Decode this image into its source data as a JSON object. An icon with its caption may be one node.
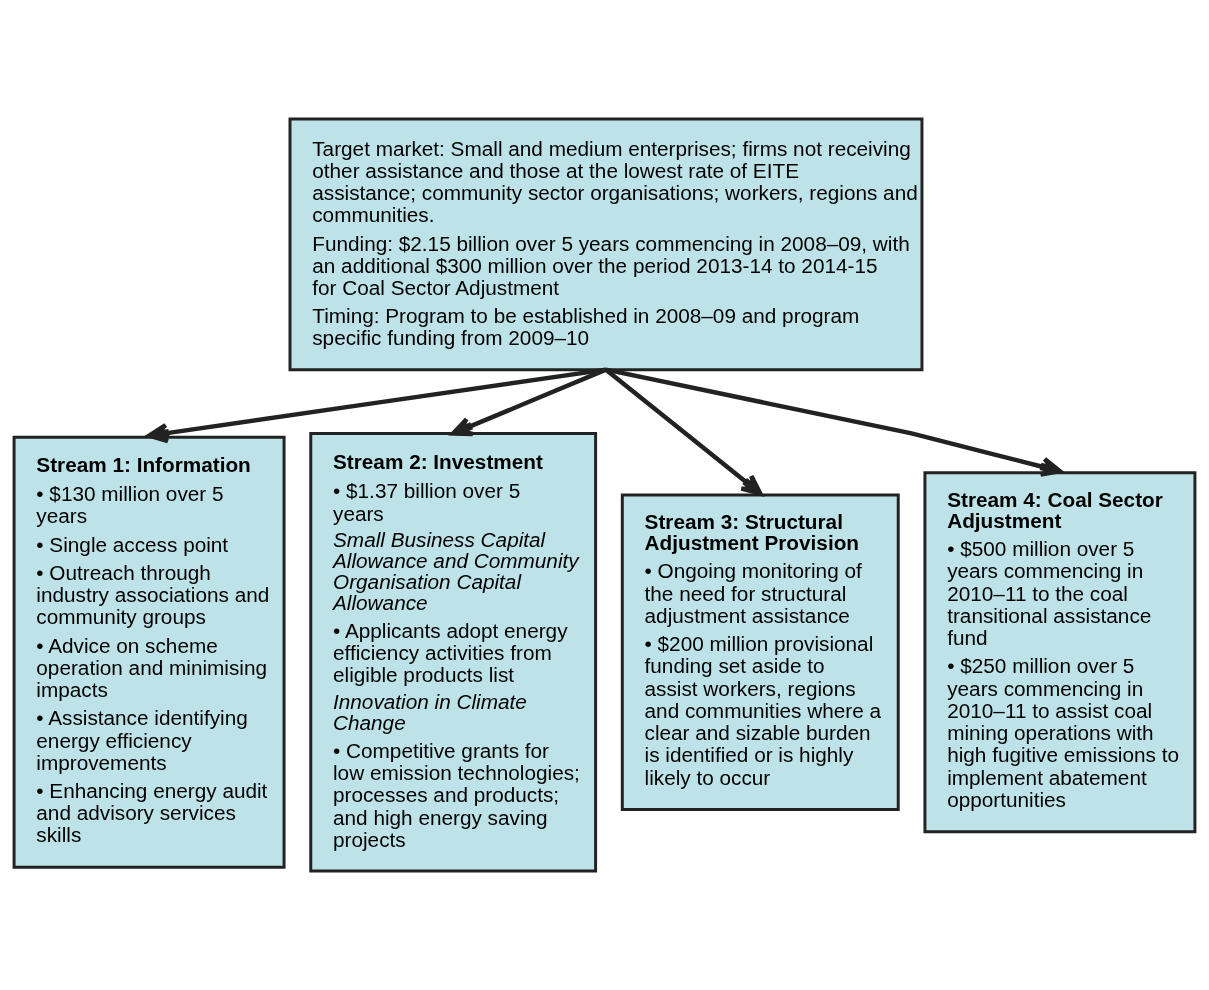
{
  "diagram": {
    "nodes": [
      {
        "text": [
          "Target market: Small and medium enterprises; firms not receiving other assistance and those at the lowest rate of EITE assistance; community sector organisations; workers, regions and communities.",
          "Funding: $2.15 billion over 5 years commencing in 2008–09, with an additional $300 million over the period 2013-14 to 2014-15 for Coal Sector Adjustment",
          "Timing: Program to be established in 2008–09 and program specific funding from 2009–10"
        ]
      },
      {
        "text": [
          "Stream 1: Information",
          "• $130 million over 5 years",
          "• Single access point",
          "• Outreach through industry associations and community groups",
          "• Advice on scheme operation and minimising impacts",
          "• Assistance identifying energy efficiency improvements",
          "• Enhancing energy audit and advisory services skills"
        ]
      },
      {
        "text": [
          "Stream 2: Investment",
          "• $1.37 billion over 5 years",
          "Small Business Capital Allowance and Community Organisation Capital Allowance",
          "• Applicants adopt energy efficiency activities from eligible products list",
          "Innovation in Climate Change",
          "• Competitive grants for low emission technologies; processes and products; and high energy saving projects"
        ]
      },
      {
        "text": [
          "Stream 3: Structural Adjustment Provision",
          "• Ongoing monitoring of the need for structural adjustment assistance",
          "• $200 million provisional funding set aside to assist workers, regions and communities where a clear and sizable burden is identified or is highly likely to occur"
        ]
      },
      {
        "text": [
          "Stream 4: Coal Sector Adjustment",
          "• $500 million over 5 years commencing in 2010–11 to the coal transitional assistance fund",
          "• $250 million over 5 years commencing in 2010–11 to assist coal mining operations with high fugitive emissions to implement abatement opportunities"
        ]
      }
    ],
    "edges": [
      {
        "from": 0,
        "to": 1,
        "arrow": "to"
      },
      {
        "from": 0,
        "to": 2,
        "arrow": "to"
      },
      {
        "from": 0,
        "to": 3,
        "arrow": "to"
      },
      {
        "from": 0,
        "to": 4,
        "arrow": "to"
      }
    ]
  }
}
